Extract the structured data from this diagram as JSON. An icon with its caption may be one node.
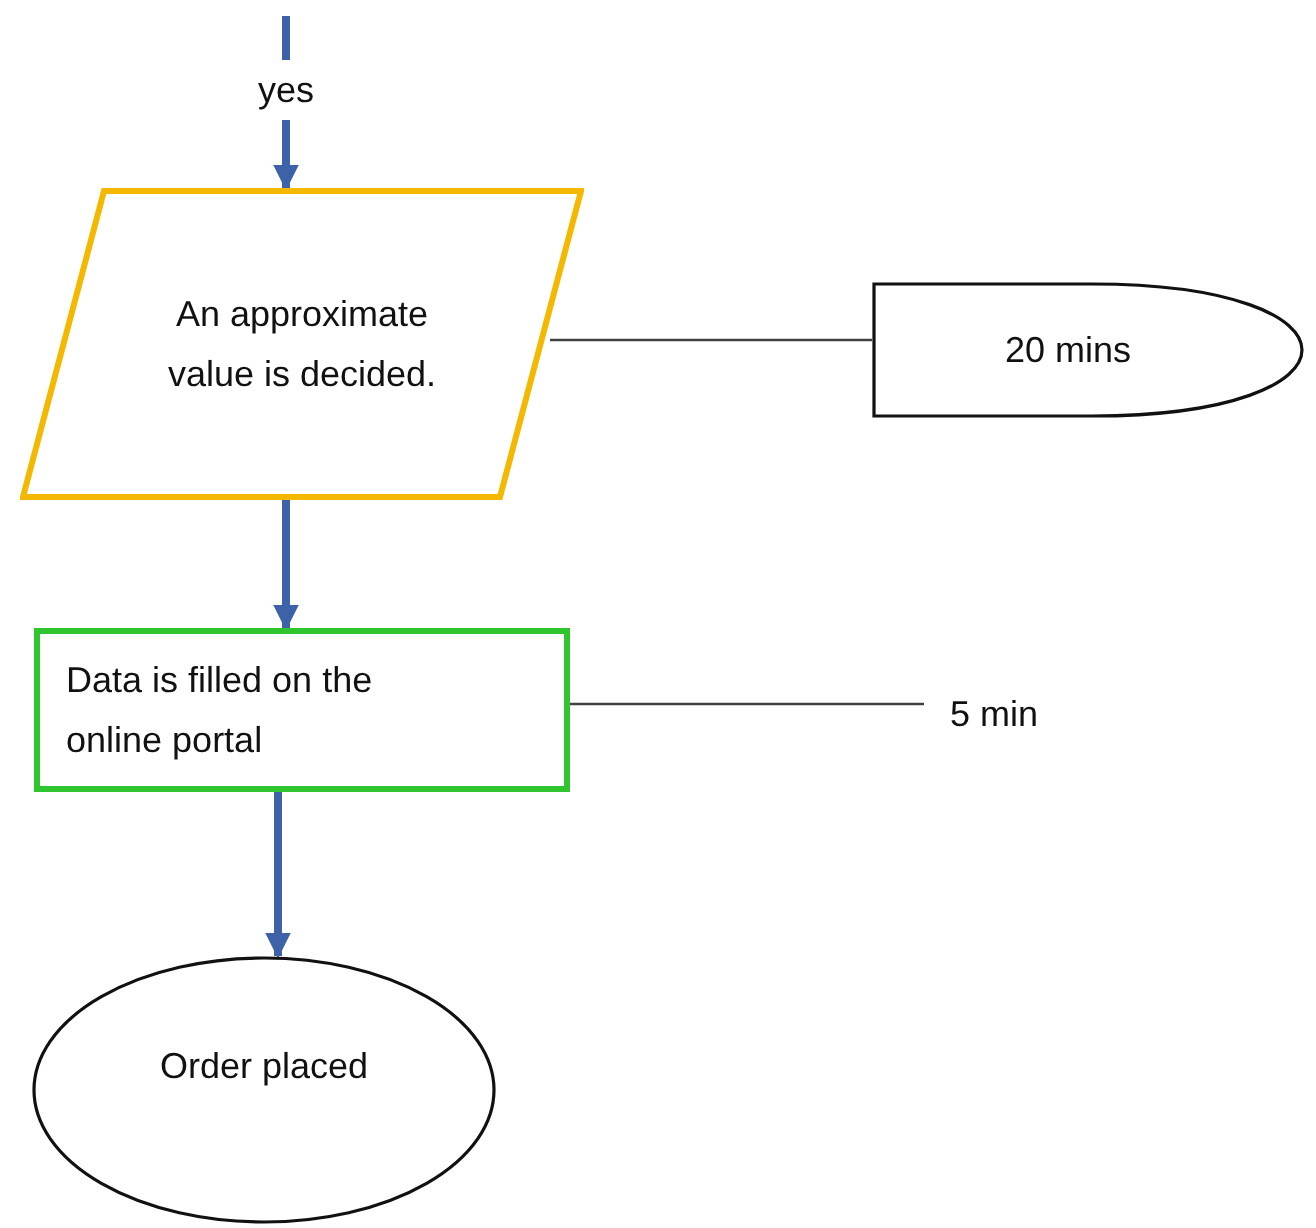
{
  "diagram": {
    "nodes": [
      {
        "text": [
          "An approximate value is decided."
        ]
      },
      {
        "text": [
          "20 mins"
        ]
      },
      {
        "text": [
          "Data is filled on the online portal"
        ]
      },
      {
        "text": [
          "5 min"
        ]
      },
      {
        "text": [
          "Order placed"
        ]
      }
    ],
    "edges": [
      {
        "from": null,
        "to": 0,
        "arrow": "to",
        "label": "yes"
      },
      {
        "from": 0,
        "to": 1,
        "arrow": "none",
        "color": "#404040"
      },
      {
        "from": 0,
        "to": 2,
        "arrow": "to"
      },
      {
        "from": 2,
        "to": 3,
        "arrow": "none",
        "color": "#404040"
      },
      {
        "from": 2,
        "to": 4,
        "arrow": "to"
      }
    ]
  }
}
